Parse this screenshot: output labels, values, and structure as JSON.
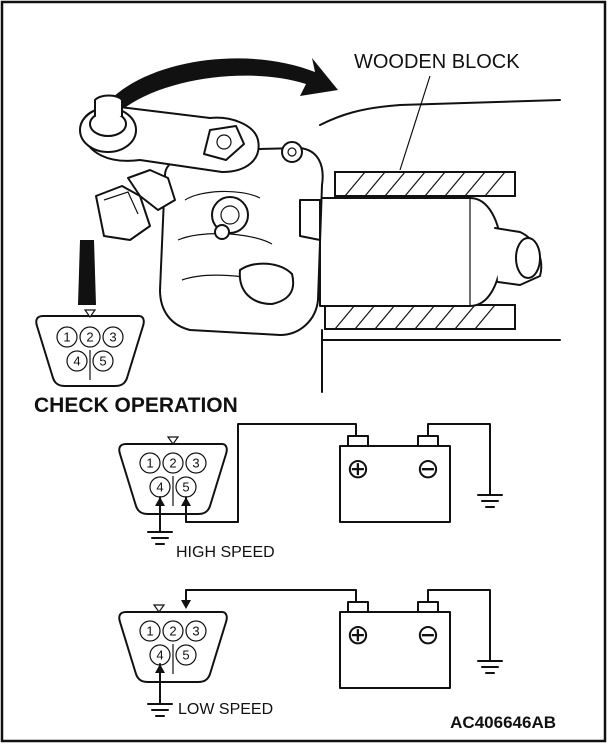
{
  "labels": {
    "wooden_block": "WOODEN BLOCK",
    "check_operation": "CHECK OPERATION",
    "high_speed": "HIGH SPEED",
    "low_speed": "LOW SPEED",
    "figure_code": "AC406646AB"
  },
  "connector_pins": [
    "1",
    "2",
    "3",
    "4",
    "5"
  ],
  "battery_terminals": {
    "positive": "⊕",
    "negative": "⊖"
  },
  "icons": [
    "rotation-arrow-icon",
    "ground-symbol-icon",
    "battery-icon",
    "pointer-arrow-icon"
  ]
}
